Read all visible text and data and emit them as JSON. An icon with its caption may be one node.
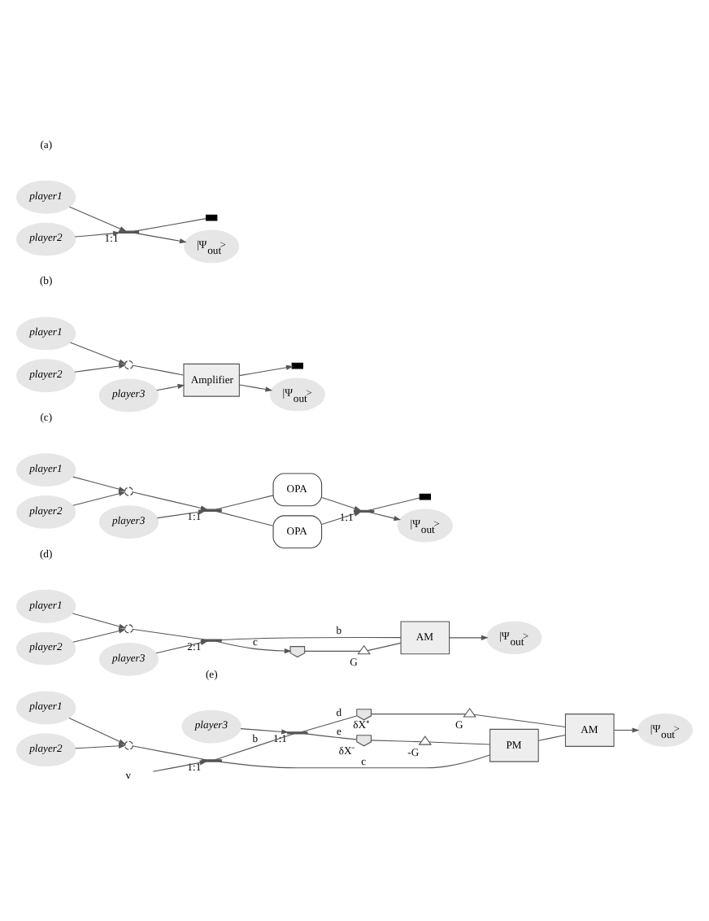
{
  "diagram": {
    "nodes": [
      {
        "text": [
          "player1"
        ]
      },
      {
        "text": [
          "player2"
        ]
      },
      {
        "text": [],
        "shape": "bar",
        "beside": [
          "1:1"
        ]
      },
      {
        "text": [],
        "shape": "box"
      },
      {
        "text": [
          "|Ψ$_{out}$>"
        ]
      },
      {
        "text": [
          "player1"
        ]
      },
      {
        "text": [
          "player2"
        ]
      },
      {
        "text": [],
        "shape": "circle"
      },
      {
        "text": [
          "Amplifier"
        ]
      },
      {
        "text": [],
        "shape": "box"
      },
      {
        "text": [
          "|Ψ$_{out}$>"
        ]
      },
      {
        "text": [
          "player3"
        ]
      },
      {
        "text": [
          "player1"
        ]
      },
      {
        "text": [
          "player2"
        ]
      },
      {
        "text": [],
        "shape": "circle"
      },
      {
        "text": [
          "player3"
        ]
      },
      {
        "text": [],
        "shape": "bar",
        "beside": [
          "1:1"
        ]
      },
      {
        "text": [
          "OPA"
        ]
      },
      {
        "text": [
          "OPA"
        ]
      },
      {
        "text": [],
        "shape": "bar",
        "beside": [
          "1:1"
        ]
      },
      {
        "text": [],
        "shape": "box"
      },
      {
        "text": [
          "|Ψ$_{out}$>"
        ]
      },
      {
        "text": [
          "player1"
        ]
      },
      {
        "text": [
          "player2"
        ]
      },
      {
        "text": [],
        "shape": "circle"
      },
      {
        "text": [
          "player3"
        ]
      },
      {
        "text": [],
        "shape": "bar",
        "beside": [
          "2:1"
        ]
      },
      {
        "text": [
          "AM"
        ]
      },
      {
        "text": [
          "|Ψ$_{out}$>"
        ]
      },
      {
        "text": [],
        "shape": "semicircle"
      },
      {
        "text": [],
        "shape": "triangle",
        "beside": [
          "G"
        ]
      },
      {
        "text": [],
        "shape": "semicircle",
        "beside": [
          "δX⁺"
        ]
      },
      {
        "text": [
          "player3"
        ]
      },
      {
        "text": [],
        "shape": "bar",
        "beside": [
          "1:1"
        ]
      },
      {
        "text": [],
        "shape": "semicircle",
        "beside": [
          "δX⁻"
        ]
      },
      {
        "text": [],
        "shape": "triangle",
        "beside": [
          "G"
        ]
      },
      {
        "text": [],
        "shape": "triangle",
        "beside": [
          "-G"
        ]
      },
      {
        "text": [
          "player1"
        ]
      },
      {
        "text": [
          "player2"
        ]
      },
      {
        "text": [],
        "shape": "circle"
      },
      {
        "text": [],
        "shape": "bar",
        "beside": [
          "1:1"
        ]
      },
      {
        "text": [
          "PM"
        ]
      },
      {
        "text": [
          "AM"
        ]
      },
      {
        "text": [
          "|Ψ$_{out}$>"
        ]
      },
      {
        "text": [
          "v"
        ]
      }
    ],
    "edges": [
      {
        "from": 0,
        "to": 2,
        "arrow": "to"
      },
      {
        "from": 1,
        "to": 2,
        "arrow": "to"
      },
      {
        "from": 2,
        "to": 3,
        "arrow": "none"
      },
      {
        "from": 2,
        "to": 4,
        "arrow": "to"
      },
      {
        "from": 5,
        "to": 7,
        "arrow": "to"
      },
      {
        "from": 6,
        "to": 7,
        "arrow": "to"
      },
      {
        "from": 7,
        "to": 8,
        "arrow": "none"
      },
      {
        "from": 11,
        "to": 8,
        "arrow": "to"
      },
      {
        "from": 8,
        "to": 9,
        "arrow": "to"
      },
      {
        "from": 8,
        "to": 10,
        "arrow": "to"
      },
      {
        "from": 12,
        "to": 14,
        "arrow": "to"
      },
      {
        "from": 13,
        "to": 14,
        "arrow": "to"
      },
      {
        "from": 14,
        "to": 16,
        "arrow": "to"
      },
      {
        "from": 15,
        "to": 16,
        "arrow": "to"
      },
      {
        "from": 16,
        "to": 17,
        "arrow": "none"
      },
      {
        "from": 16,
        "to": 18,
        "arrow": "none"
      },
      {
        "from": 17,
        "to": 19,
        "arrow": "to"
      },
      {
        "from": 18,
        "to": 19,
        "arrow": "to"
      },
      {
        "from": 19,
        "to": 20,
        "arrow": "none"
      },
      {
        "from": 19,
        "to": 21,
        "arrow": "to"
      },
      {
        "from": 22,
        "to": 24,
        "arrow": "to"
      },
      {
        "from": 23,
        "to": 24,
        "arrow": "to"
      },
      {
        "from": 24,
        "to": 26,
        "arrow": "none"
      },
      {
        "from": 25,
        "to": 26,
        "arrow": "to"
      },
      {
        "from": 26,
        "to": 27,
        "arrow": "none",
        "label": "b"
      },
      {
        "from": 27,
        "to": 28,
        "arrow": "to"
      },
      {
        "from": 26,
        "to": 29,
        "arrow": "to",
        "label": "c"
      },
      {
        "from": 29,
        "to": 30,
        "arrow": "none"
      },
      {
        "from": 30,
        "to": 27,
        "arrow": "none"
      },
      {
        "from": 32,
        "to": 33,
        "arrow": "to"
      },
      {
        "from": 33,
        "to": 31,
        "arrow": "none",
        "label": "d"
      },
      {
        "from": 33,
        "to": 34,
        "arrow": "none",
        "label": "e"
      },
      {
        "from": 40,
        "to": 33,
        "arrow": "none",
        "label": "b"
      },
      {
        "from": 37,
        "to": 39,
        "arrow": "to"
      },
      {
        "from": 38,
        "to": 39,
        "arrow": "to"
      },
      {
        "from": 39,
        "to": 40,
        "arrow": "none"
      },
      {
        "from": 44,
        "to": 40,
        "arrow": "to"
      },
      {
        "from": 40,
        "to": 41,
        "arrow": "none",
        "label": "c"
      },
      {
        "from": 41,
        "to": 42,
        "arrow": "none"
      },
      {
        "from": 42,
        "to": 43,
        "arrow": "to"
      },
      {
        "from": 31,
        "to": 35,
        "arrow": "none"
      },
      {
        "from": 35,
        "to": 42,
        "arrow": "none"
      },
      {
        "from": 34,
        "to": 36,
        "arrow": "none"
      },
      {
        "from": 36,
        "to": 41,
        "arrow": "none"
      }
    ],
    "labels": [
      "(a)",
      "(b)",
      "(c)",
      "(d)",
      "(e)"
    ]
  }
}
